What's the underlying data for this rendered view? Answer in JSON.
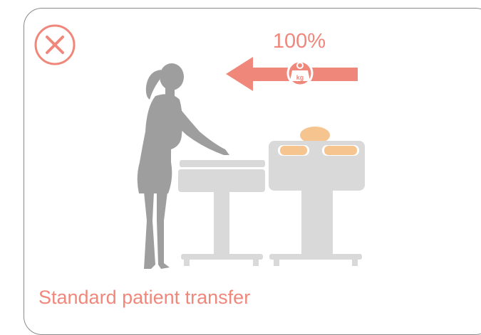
{
  "close_button": {
    "icon": "close-icon",
    "color": "#f0877b"
  },
  "load": {
    "percent_label": "100%",
    "weight_icon_label": "kg",
    "arrow_direction": "left",
    "accent_color": "#f0877b"
  },
  "caption": "Standard patient transfer",
  "colors": {
    "accent": "#f0877b",
    "figure": "#9e9e9e",
    "furniture": "#d9d9d9",
    "patient": "#f6c48e",
    "border": "#8a8a8a"
  }
}
